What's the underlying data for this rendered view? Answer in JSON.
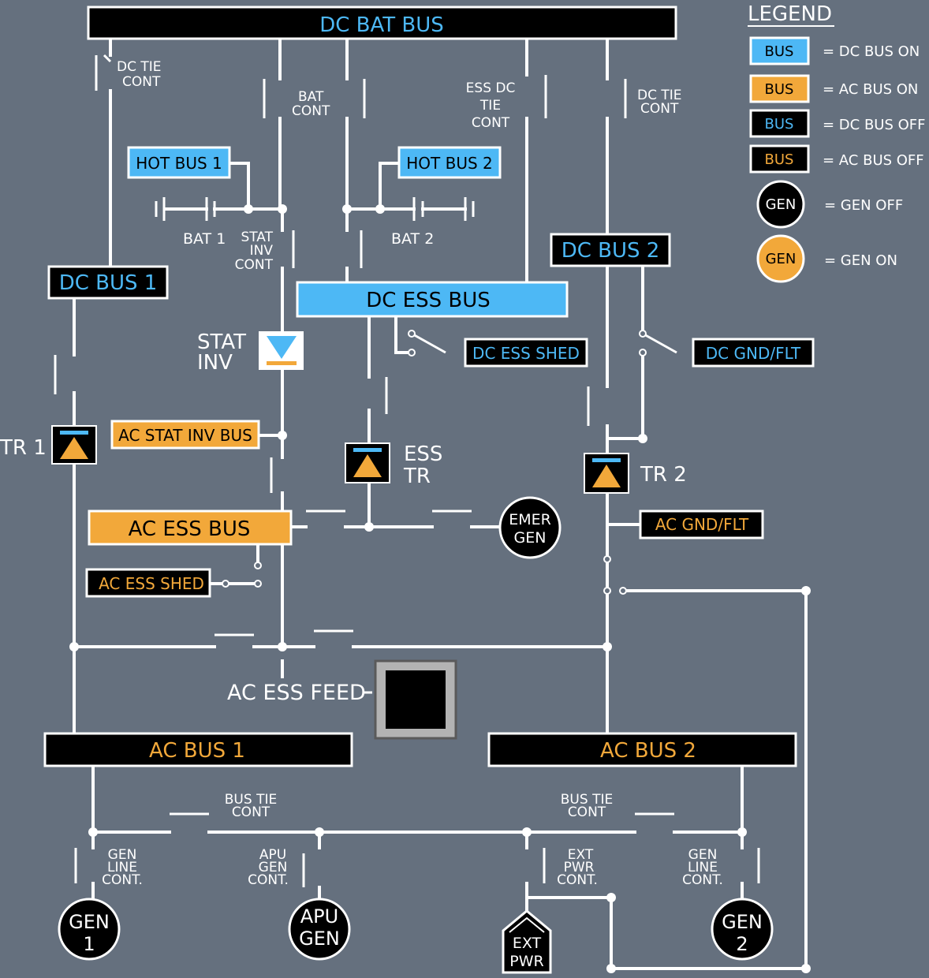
{
  "colors": {
    "background": "#65707e",
    "line": "#ffffff",
    "dc_on": "#4db8f5",
    "ac_on": "#f2a83a",
    "off_fill": "#000000",
    "dc_off_text": "#4db8f5",
    "ac_off_text": "#f2a83a"
  },
  "legend": {
    "title": "LEGEND",
    "bus_sample": "BUS",
    "gen_sample": "GEN",
    "dc_on": "= DC BUS ON",
    "ac_on": "= AC BUS ON",
    "dc_off": "= DC BUS OFF",
    "ac_off": "= AC BUS OFF",
    "gen_off": "= GEN OFF",
    "gen_on": "= GEN ON"
  },
  "buses": {
    "dc_bat": "DC BAT BUS",
    "hot1": "HOT BUS 1",
    "hot2": "HOT BUS 2",
    "dc1": "DC BUS 1",
    "dc2": "DC BUS 2",
    "dc_ess": "DC ESS BUS",
    "dc_ess_shed": "DC ESS SHED",
    "dc_gnd_flt": "DC GND/FLT",
    "ac_stat_inv": "AC STAT INV BUS",
    "ac_ess": "AC ESS BUS",
    "ac_ess_shed": "AC ESS SHED",
    "ac_gnd_flt": "AC GND/FLT",
    "ac1": "AC BUS 1",
    "ac2": "AC BUS 2"
  },
  "labels": {
    "dc_tie_cont_l1": "DC TIE",
    "dc_tie_cont_l2": "CONT",
    "bat_cont_l1": "BAT",
    "bat_cont_l2": "CONT",
    "ess_dc_tie_l1": "ESS DC",
    "ess_dc_tie_l2": "TIE",
    "ess_dc_tie_l3": "CONT",
    "bat1": "BAT 1",
    "bat2": "BAT 2",
    "stat_inv_cont_l1": "STAT",
    "stat_inv_cont_l2": "INV",
    "stat_inv_cont_l3": "CONT",
    "stat_inv_l1": "STAT",
    "stat_inv_l2": "INV",
    "tr1": "TR 1",
    "ess_tr_l1": "ESS",
    "ess_tr_l2": "TR",
    "tr2": "TR 2",
    "emer_gen_l1": "EMER",
    "emer_gen_l2": "GEN",
    "ac_ess_feed": "AC ESS FEED",
    "bus_tie_cont_l1": "BUS TIE",
    "bus_tie_cont_l2": "CONT",
    "gen_line_cont_l1": "GEN",
    "gen_line_cont_l2": "LINE",
    "gen_line_cont_l3": "CONT.",
    "apu_gen_cont_l1": "APU",
    "apu_gen_cont_l2": "GEN",
    "apu_gen_cont_l3": "CONT.",
    "ext_pwr_cont_l1": "EXT",
    "ext_pwr_cont_l2": "PWR",
    "ext_pwr_cont_l3": "CONT.",
    "gen1_l1": "GEN",
    "gen1_l2": "1",
    "apu_gen_l1": "APU",
    "apu_gen_l2": "GEN",
    "ext_pwr_l1": "EXT",
    "ext_pwr_l2": "PWR",
    "gen2_l1": "GEN",
    "gen2_l2": "2"
  }
}
